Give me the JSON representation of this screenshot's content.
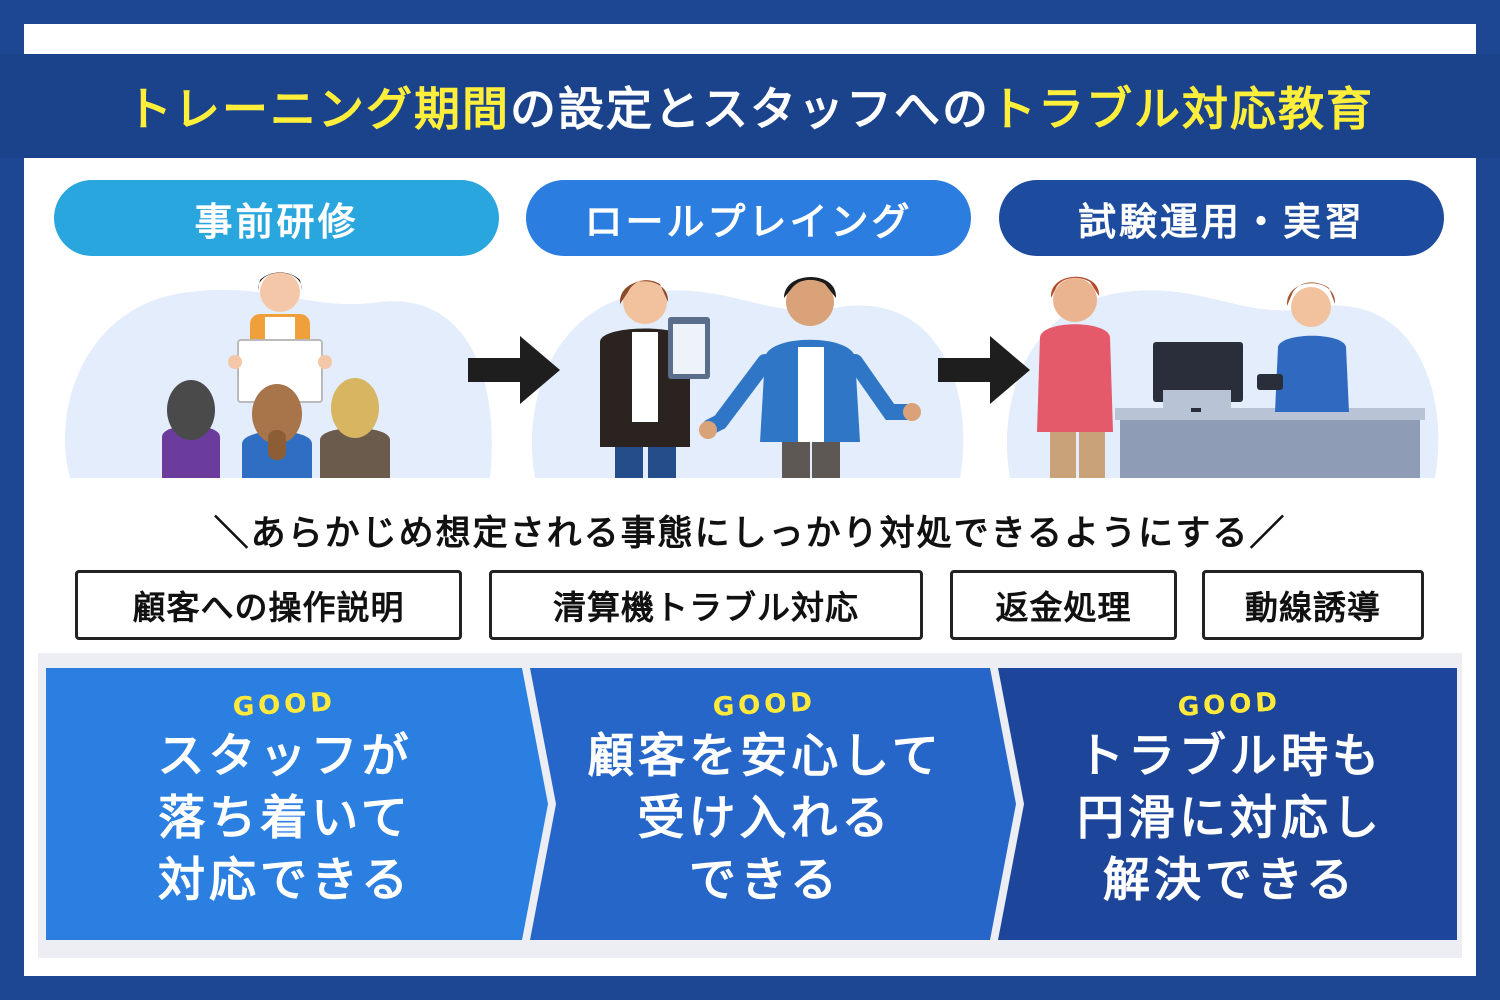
{
  "title": {
    "part1": "トレーニング期間",
    "part2": "の設定とスタッフへの",
    "part3": "トラブル対応教育"
  },
  "steps": [
    {
      "label": "事前研修"
    },
    {
      "label": "ロールプレイング"
    },
    {
      "label": "試験運用・実習"
    }
  ],
  "slogan": "＼あらかじめ想定される事態にしっかり対処できるようにする／",
  "tags": [
    {
      "label": "顧客への操作説明"
    },
    {
      "label": "清算機トラブル対応"
    },
    {
      "label": "返金処理"
    },
    {
      "label": "動線誘導"
    }
  ],
  "benefits": [
    {
      "badge": "GOOD",
      "lines": [
        "スタッフが",
        "落ち着いて",
        "対応できる"
      ]
    },
    {
      "badge": "GOOD",
      "lines": [
        "顧客を安心して",
        "受け入れる",
        "できる"
      ]
    },
    {
      "badge": "GOOD",
      "lines": [
        "トラブル時も",
        "円滑に対応し",
        "解決できる"
      ]
    }
  ],
  "colors": {
    "frame": "#1d4793",
    "title_highlight": "#ffee3a",
    "pill_1": "#2aa6df",
    "pill_2": "#2b7de0",
    "pill_3": "#1d4b9e",
    "chevron_1": "#2b7fe0",
    "chevron_2": "#2766c9",
    "chevron_3": "#1d469a",
    "badge": "#ffe93a"
  }
}
